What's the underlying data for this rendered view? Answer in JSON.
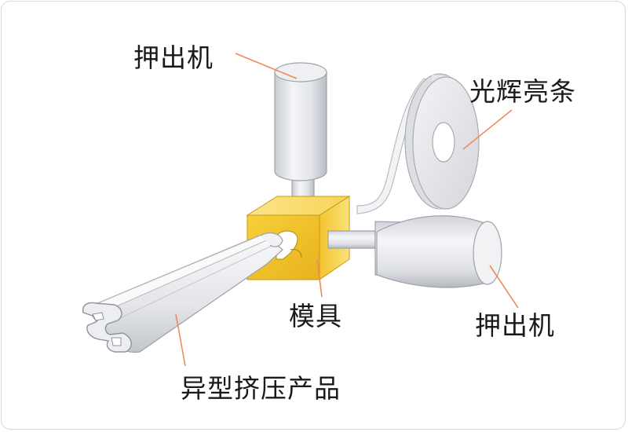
{
  "labels": {
    "extruder_top": "押出机",
    "bright_strip": "光辉亮条",
    "extruder_right": "押出机",
    "die": "模具",
    "profile_product": "异型挤压产品"
  },
  "colors": {
    "leader_line": "#f08a5d",
    "die_block": "#f2c230",
    "cylinder": "#e4e6ea",
    "frame_border": "#d9d9d9"
  }
}
